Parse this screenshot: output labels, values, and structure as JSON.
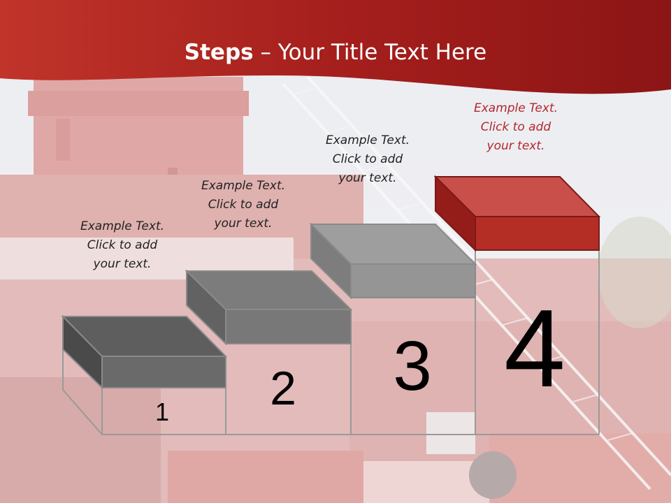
{
  "slide": {
    "title_bold": "Steps",
    "title_rest": " – Your Title Text Here"
  },
  "steps": [
    {
      "number": "1",
      "text": [
        "Example Text.",
        "Click  to add",
        "your text."
      ]
    },
    {
      "number": "2",
      "text": [
        "Example Text.",
        "Click  to add",
        "your text."
      ]
    },
    {
      "number": "3",
      "text": [
        "Example Text.",
        "Click  to add",
        "your text."
      ]
    },
    {
      "number": "4",
      "text": [
        "Example Text.",
        "Click  to add",
        "your text."
      ]
    }
  ],
  "colors": {
    "header": "#a51f1f",
    "accent_block": "#b52e26",
    "grey_block": "#7a7a7a"
  }
}
